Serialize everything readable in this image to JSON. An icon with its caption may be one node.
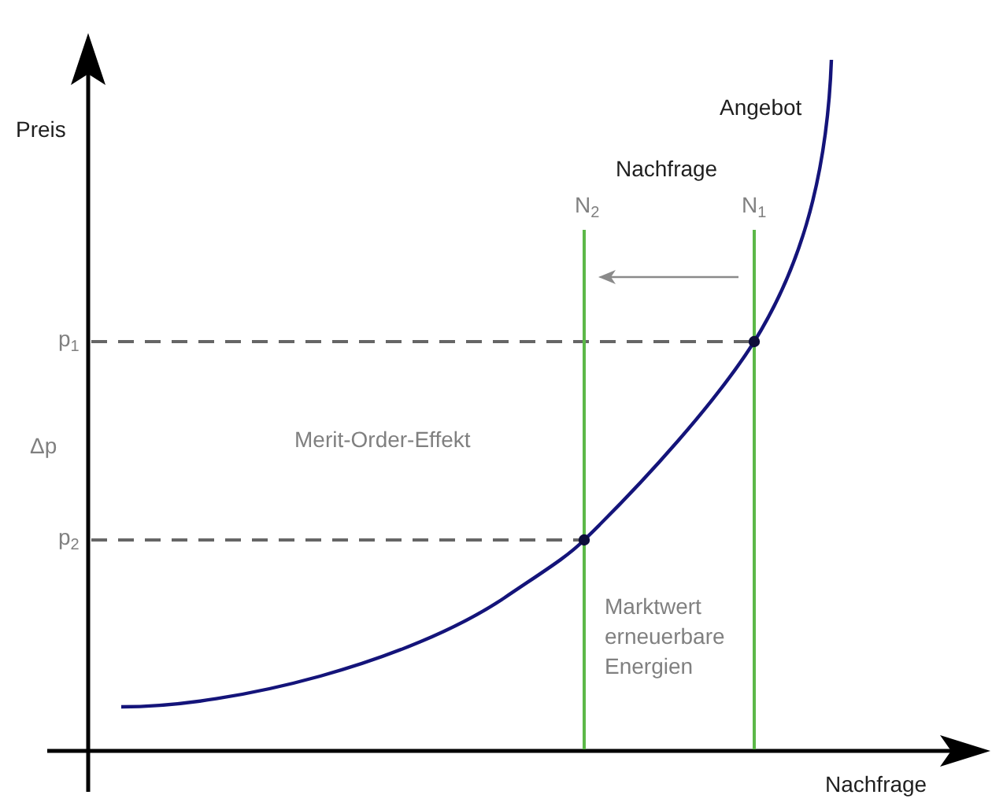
{
  "diagram": {
    "labels": [
      "Angebot",
      "Preis",
      "Nachfrage",
      "N$_{2}$",
      "N$_{1}$",
      "p$_{1}$",
      "Δp",
      "Merit-Order-Effekt",
      "p$_{2}$",
      "Marktwert erneuerbare Energien",
      "Nachfrage"
    ]
  }
}
